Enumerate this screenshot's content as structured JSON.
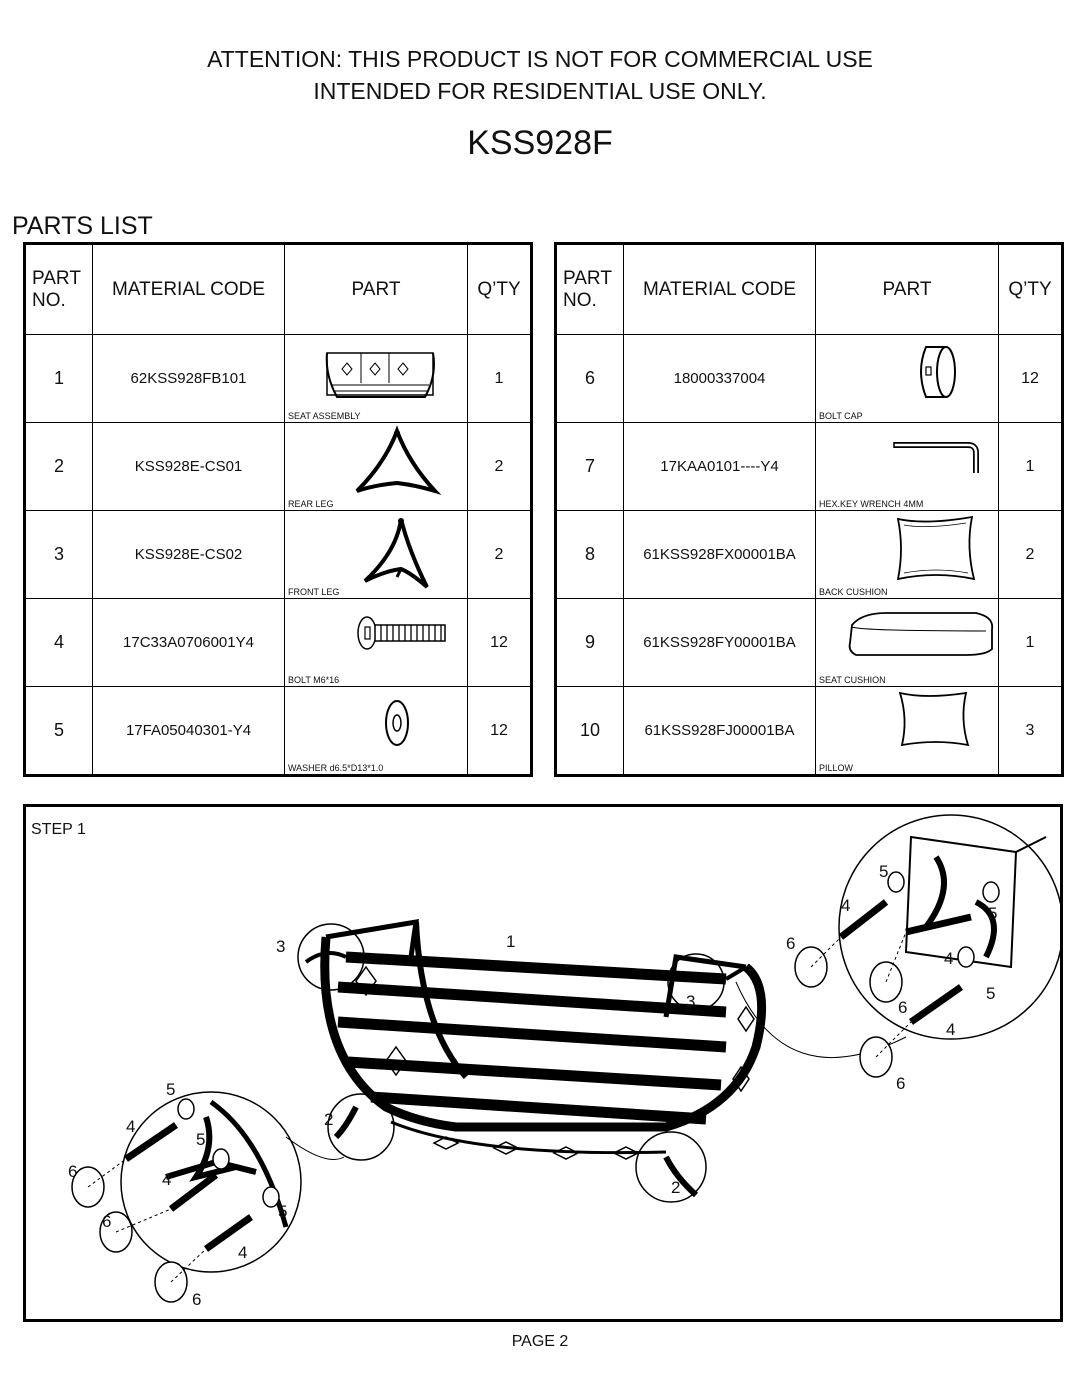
{
  "header": {
    "line1": "ATTENTION: THIS PRODUCT IS NOT FOR COMMERCIAL USE",
    "line2": "INTENDED FOR RESIDENTIAL USE ONLY.",
    "model": "KSS928F"
  },
  "parts_title": "PARTS LIST",
  "table_headers": {
    "part_no": [
      "PART",
      "NO."
    ],
    "material_code": "MATERIAL CODE",
    "part": "PART",
    "qty": "Q’TY"
  },
  "parts_left": [
    {
      "no": "1",
      "code": "62KSS928FB101",
      "name": "SEAT ASSEMBLY",
      "qty": "1",
      "icon": "seat-assembly-icon"
    },
    {
      "no": "2",
      "code": "KSS928E-CS01",
      "name": "REAR LEG",
      "qty": "2",
      "icon": "rear-leg-icon"
    },
    {
      "no": "3",
      "code": "KSS928E-CS02",
      "name": "FRONT LEG",
      "qty": "2",
      "icon": "front-leg-icon"
    },
    {
      "no": "4",
      "code": "17C33A0706001Y4",
      "name": "BOLT M6*16",
      "qty": "12",
      "icon": "bolt-icon"
    },
    {
      "no": "5",
      "code": "17FA05040301-Y4",
      "name": "WASHER d6.5*D13*1.0",
      "qty": "12",
      "icon": "washer-icon"
    }
  ],
  "parts_right": [
    {
      "no": "6",
      "code": "18000337004",
      "name": "BOLT CAP",
      "qty": "12",
      "icon": "bolt-cap-icon"
    },
    {
      "no": "7",
      "code": "17KAA0101----Y4",
      "name": "HEX.KEY WRENCH 4MM",
      "qty": "1",
      "icon": "hex-key-icon"
    },
    {
      "no": "8",
      "code": "61KSS928FX00001BA",
      "name": "BACK CUSHION",
      "qty": "2",
      "icon": "back-cushion-icon"
    },
    {
      "no": "9",
      "code": "61KSS928FY00001BA",
      "name": "SEAT CUSHION",
      "qty": "1",
      "icon": "seat-cushion-icon"
    },
    {
      "no": "10",
      "code": "61KSS928FJ00001BA",
      "name": "PILLOW",
      "qty": "3",
      "icon": "pillow-icon"
    }
  ],
  "step": {
    "label": "STEP 1",
    "callouts": {
      "main_left_leg": "3",
      "main_seat": "1",
      "main_right_leg_top": "3",
      "main_left_rear": "2",
      "main_right_rear": "2",
      "left_detail": [
        "5",
        "4",
        "5",
        "6",
        "4",
        "6",
        "5",
        "4",
        "6"
      ],
      "right_detail": [
        "5",
        "4",
        "5",
        "6",
        "4",
        "5",
        "6",
        "4",
        "6"
      ]
    }
  },
  "page_label": "PAGE 2"
}
